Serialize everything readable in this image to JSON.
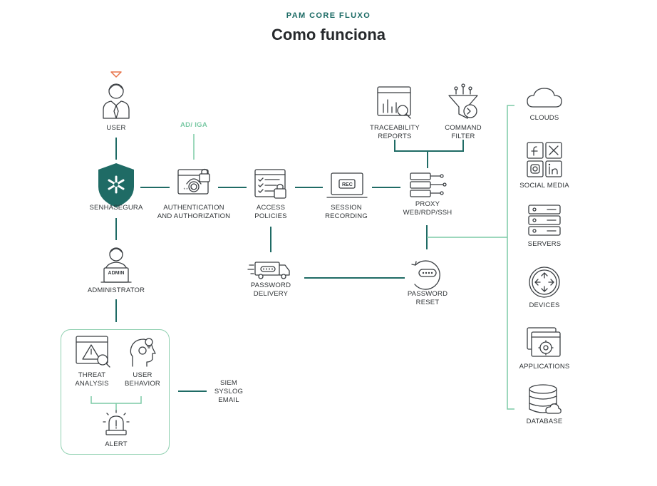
{
  "header": {
    "eyebrow": "PAM CORE FLUXO",
    "title": "Como funciona"
  },
  "nodes": {
    "user": "USER",
    "senhasegura": "SENHASEGURA",
    "administrator": "ADMINISTRATOR",
    "admin_screen": "ADMIN",
    "ad_iga": "AD/ IGA",
    "auth_line1": "AUTHENTICATION",
    "auth_line2": "AND AUTHORIZATION",
    "access_line1": "ACCESS",
    "access_line2": "POLICIES",
    "session_line1": "SESSION",
    "session_line2": "RECORDING",
    "rec_badge": "REC",
    "proxy_line1": "PROXY",
    "proxy_line2": "WEB/RDP/SSH",
    "trace_line1": "TRACEABILITY",
    "trace_line2": "REPORTS",
    "command_line1": "COMMAND",
    "command_line2": "FILTER",
    "delivery_line1": "PASSWORD",
    "delivery_line2": "DELIVERY",
    "reset_line1": "PASSWORD",
    "reset_line2": "RESET",
    "threat_line1": "THREAT",
    "threat_line2": "ANALYSIS",
    "behavior_line1": "USER",
    "behavior_line2": "BEHAVIOR",
    "alert": "ALERT",
    "siem": "SIEM",
    "syslog": "SYSLOG",
    "email": "EMAIL"
  },
  "targets": {
    "clouds": "CLOUDS",
    "social": "SOCIAL MEDIA",
    "servers": "SERVERS",
    "devices": "DEVICES",
    "applications": "APPLICATIONS",
    "database": "DATABASE"
  },
  "colors": {
    "primary": "#1f6b65",
    "accent_light": "#7ccaa6",
    "alert_orange": "#e8734a",
    "icon": "#3a3e42"
  }
}
